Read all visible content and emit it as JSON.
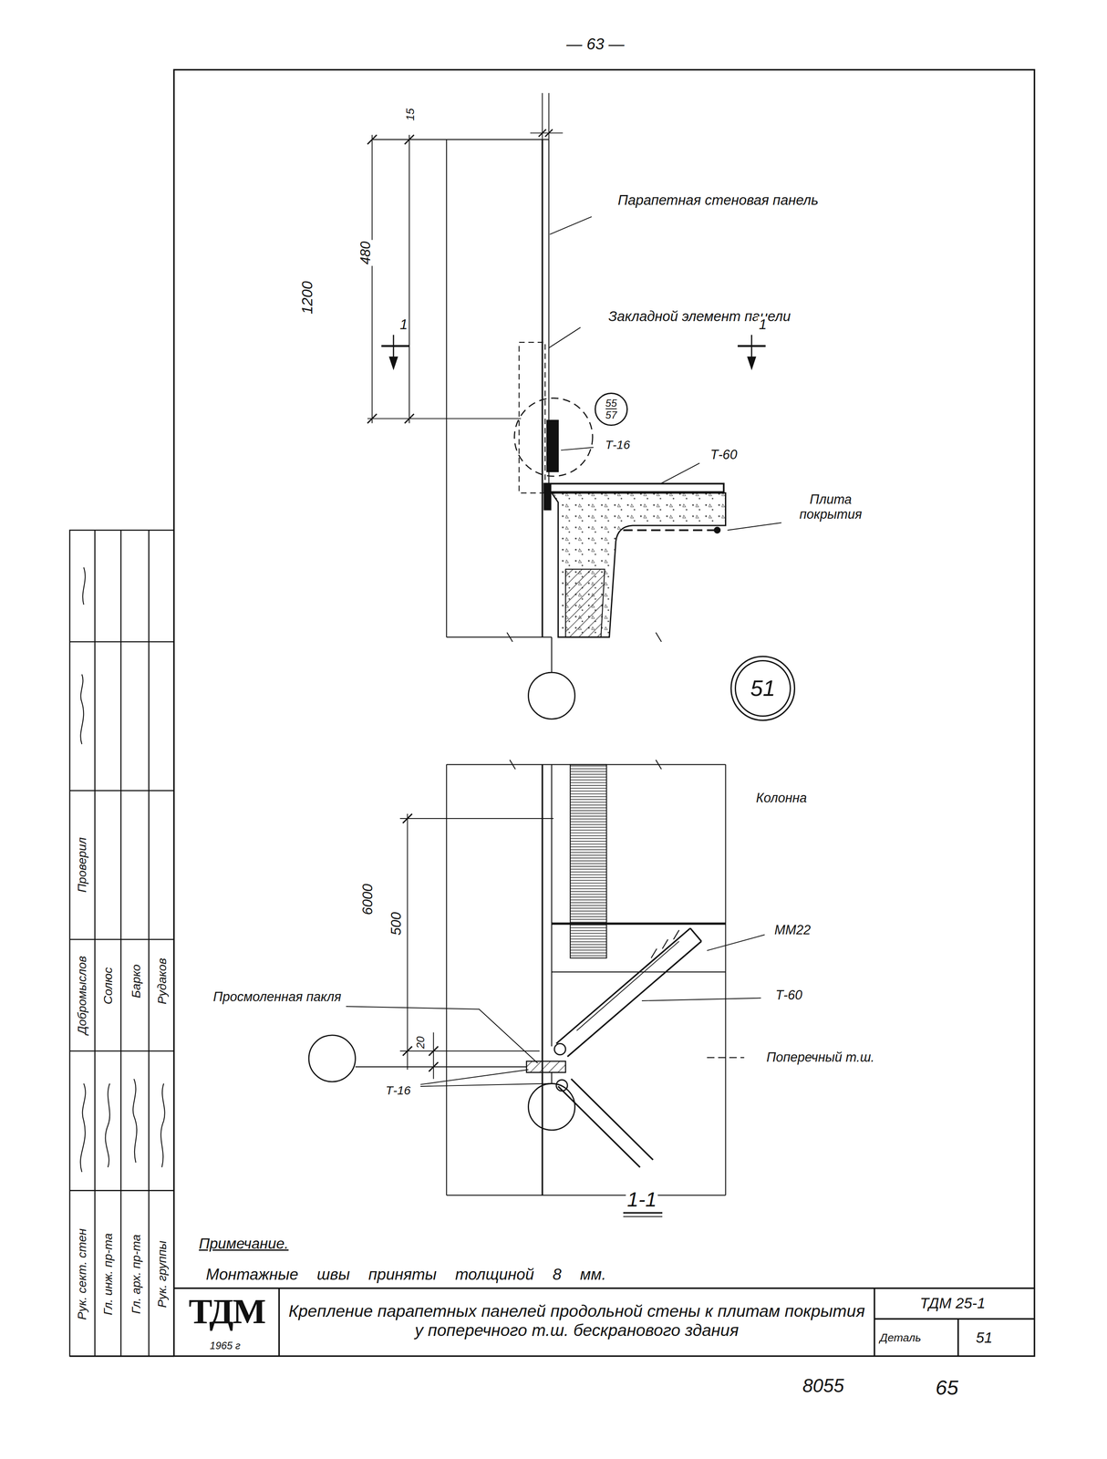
{
  "diagram": {
    "nodes": [
      {
        "text": [
          "55",
          "57"
        ]
      },
      {
        "text": [
          "51"
        ]
      }
    ],
    "labels": [
      "— 63 —",
      "15",
      "1200",
      "480",
      "Парапетная стеновая панель",
      "1",
      "Закладной элемент панели",
      "1",
      "Т-16",
      "Т-60",
      "Плита покрытия",
      "Колонна",
      "6000",
      "500",
      "ММ22",
      "Просмоленная пакля",
      "Т-60",
      "20",
      "Поперечный т.ш.",
      "Т-16",
      "1-1",
      "Примечание.",
      "Монтажные швы приняты толщиной 8 мм.",
      "ТДМ",
      "1965 г",
      "Крепление парапетных панелей продольной стены к плитам покрытия у поперечного т.ш. бескранового здания",
      "ТДМ 25-1",
      "Деталь",
      "51",
      "8055",
      "65",
      "Рук. сект. стен",
      "Гл. инж. пр-та",
      "Гл. арх. пр-та",
      "Рук. группы",
      "Добромыслов",
      "Солюс",
      "Барко",
      "Рудаков",
      "Проверил"
    ]
  }
}
